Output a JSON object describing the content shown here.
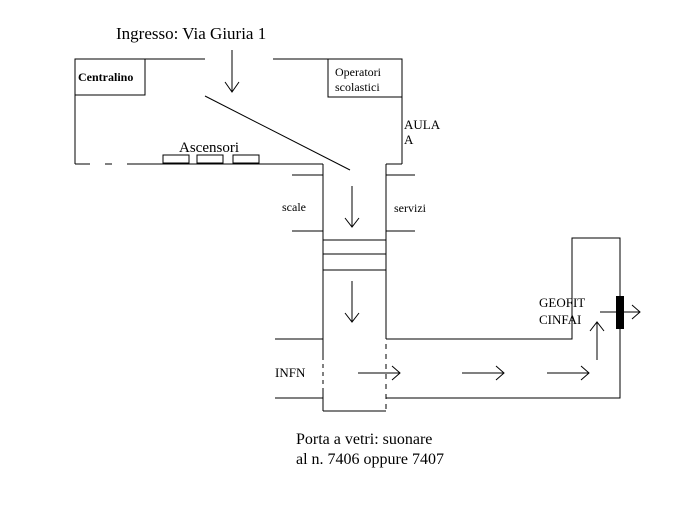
{
  "entrance": {
    "label": "Ingresso: Via Giuria 1"
  },
  "rooms": {
    "centralino": "Centralino",
    "operatori": [
      "Operatori",
      "scolastici"
    ],
    "aula": [
      "AULA",
      "A"
    ],
    "ascensori": "Ascensori",
    "scale": "scale",
    "servizi": "servizi",
    "infn": "INFN",
    "geofit": [
      "GEOFIT",
      "CINFAI"
    ]
  },
  "note": {
    "line1": "Porta a vetri: suonare",
    "line2": "al n. 7406 oppure 7407"
  },
  "colors": {
    "ink": "#000000",
    "background": "#ffffff"
  }
}
